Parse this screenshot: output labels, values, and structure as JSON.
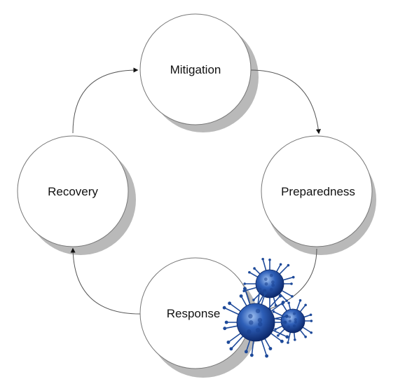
{
  "diagram": {
    "type": "cycle",
    "nodes": [
      {
        "id": "mitigation",
        "label": "Mitigation"
      },
      {
        "id": "preparedness",
        "label": "Preparedness"
      },
      {
        "id": "response",
        "label": "Response"
      },
      {
        "id": "recovery",
        "label": "Recovery"
      }
    ],
    "edges": [
      {
        "from": "mitigation",
        "to": "preparedness"
      },
      {
        "from": "preparedness",
        "to": "response"
      },
      {
        "from": "response",
        "to": "recovery"
      },
      {
        "from": "recovery",
        "to": "mitigation"
      }
    ],
    "decoration": {
      "icon": "virus-icon",
      "count": 3,
      "color": "#1e4a9a"
    }
  }
}
